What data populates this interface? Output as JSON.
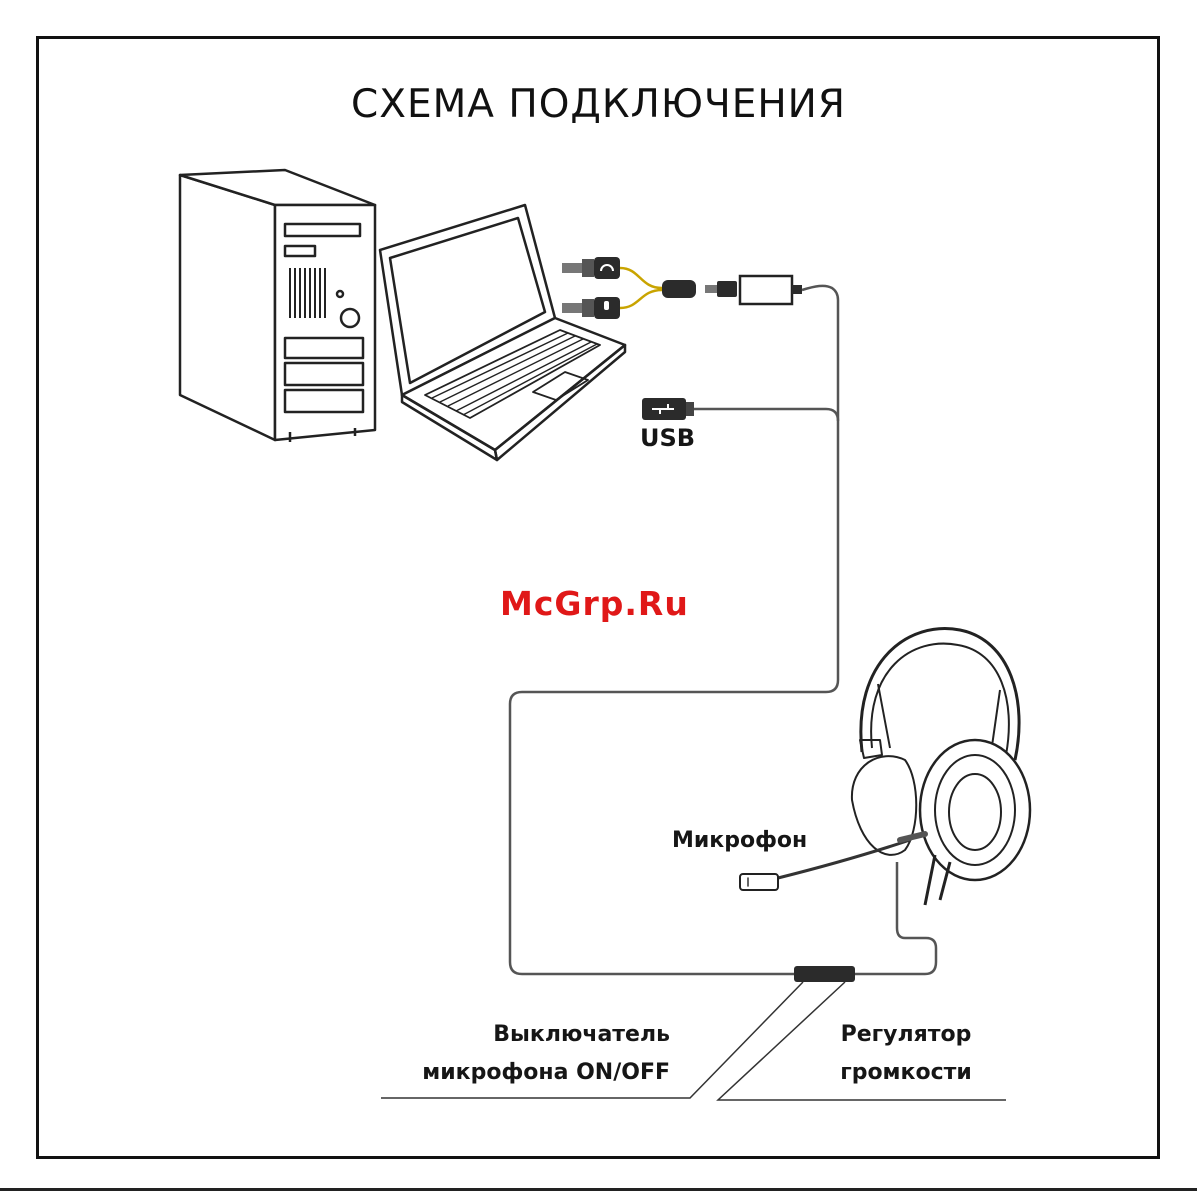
{
  "diagram": {
    "title": "СХЕМА ПОДКЛЮЧЕНИЯ",
    "labels": {
      "usb": "USB",
      "microphone": "Микрофон",
      "mic_switch_line1": "Выключатель",
      "mic_switch_line2": "микрофона ON/OFF",
      "volume_line1": "Регулятор",
      "volume_line2": "громкости"
    },
    "watermark": "McGrp.Ru",
    "icons": [
      "pc-tower-icon",
      "laptop-icon",
      "headphone-jack-icon",
      "mic-jack-icon",
      "usb-plug-icon",
      "headset-icon",
      "inline-remote-icon"
    ],
    "colors": {
      "watermark": "#e01818",
      "stroke": "#222222",
      "jack_accent": "#c9a400"
    }
  }
}
